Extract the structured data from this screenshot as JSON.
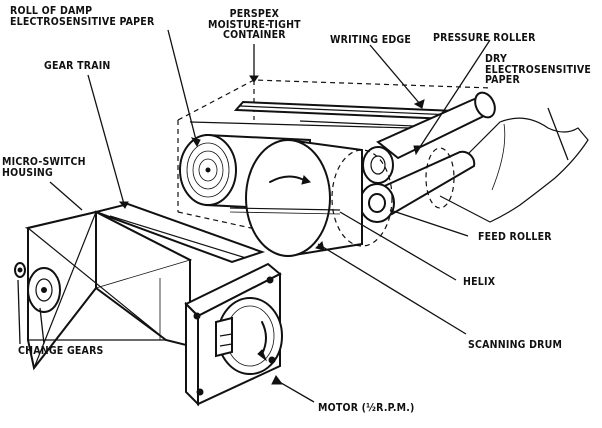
{
  "labels": {
    "roll": "ROLL OF DAMP\nELECTROSENSITIVE PAPER",
    "container": "PERSPEX\nMOISTURE-TIGHT\nCONTAINER",
    "writing_edge": "WRITING EDGE",
    "pressure_roller": "PRESSURE ROLLER",
    "dry_paper": "DRY\nELECTROSENSITIVE\nPAPER",
    "gear_train": "GEAR TRAIN",
    "micro_switch": "MICRO-SWITCH\nHOUSING",
    "feed_roller": "FEED ROLLER",
    "helix": "HELIX",
    "change_gears": "CHANGE GEARS",
    "scanning_drum": "SCANNING DRUM",
    "motor": "MOTOR (½R.P.M.)"
  }
}
